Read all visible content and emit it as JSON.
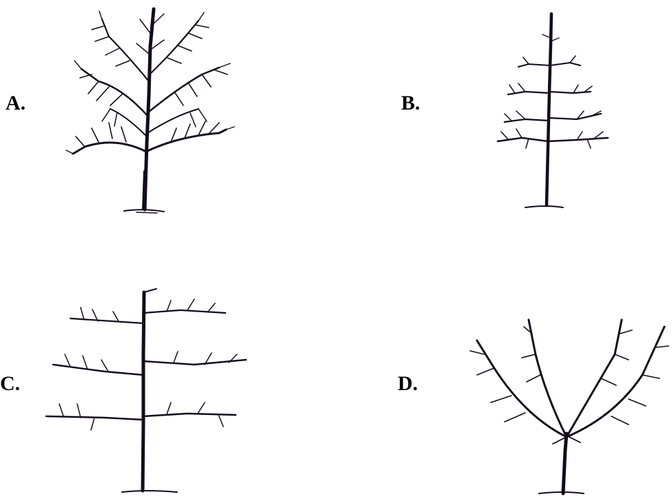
{
  "panels": [
    {
      "id": "a",
      "label": "A.",
      "form": "central-leader"
    },
    {
      "id": "b",
      "label": "B.",
      "form": "spindle"
    },
    {
      "id": "c",
      "label": "C.",
      "form": "espalier"
    },
    {
      "id": "d",
      "label": "D.",
      "form": "open-vase"
    }
  ],
  "colors": {
    "ink": "#150b1c",
    "background": "#ffffff"
  }
}
